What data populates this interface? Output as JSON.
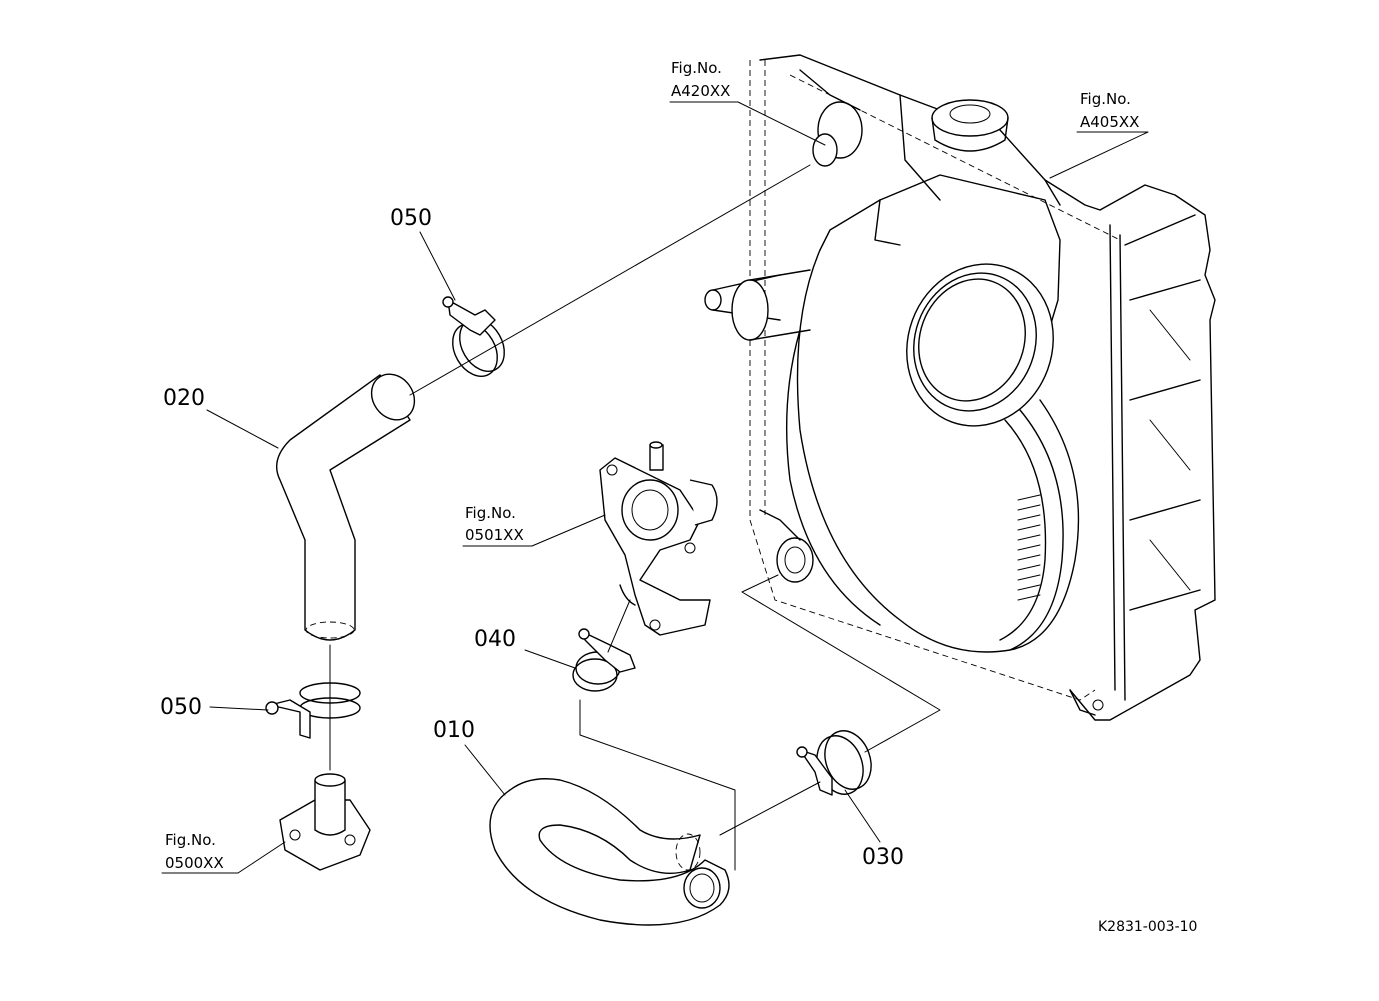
{
  "callouts": {
    "c010": "010",
    "c020": "020",
    "c030": "030",
    "c040": "040",
    "c050_top": "050",
    "c050_bottom": "050"
  },
  "figure_refs": {
    "a420_label": "Fig.No.",
    "a420_code": "A420XX",
    "a405_label": "Fig.No.",
    "a405_code": "A405XX",
    "f0501_label": "Fig.No.",
    "f0501_code": "0501XX",
    "f0500_label": "Fig.No.",
    "f0500_code": "0500XX"
  },
  "drawing_id": "K2831-003-10"
}
